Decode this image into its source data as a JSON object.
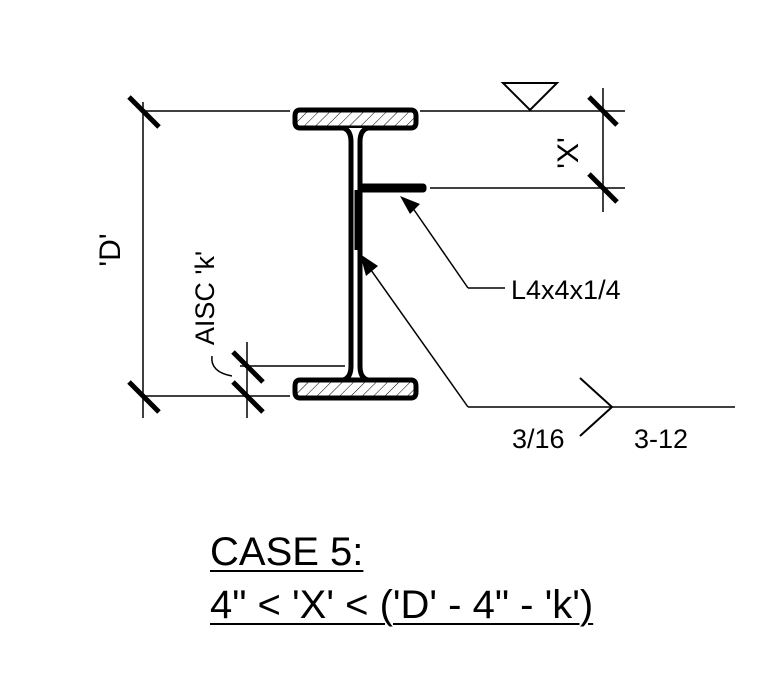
{
  "labels": {
    "depth": "'D'",
    "x_dim": "'X'",
    "k_dim": "AISC 'k'",
    "angle": "L4x4x1/4",
    "weld_size": "3/16",
    "weld_pitch": "3-12"
  },
  "caption": {
    "line1": "CASE 5:",
    "line2": "4\" < 'X' < ('D' - 4\" - 'k')"
  }
}
